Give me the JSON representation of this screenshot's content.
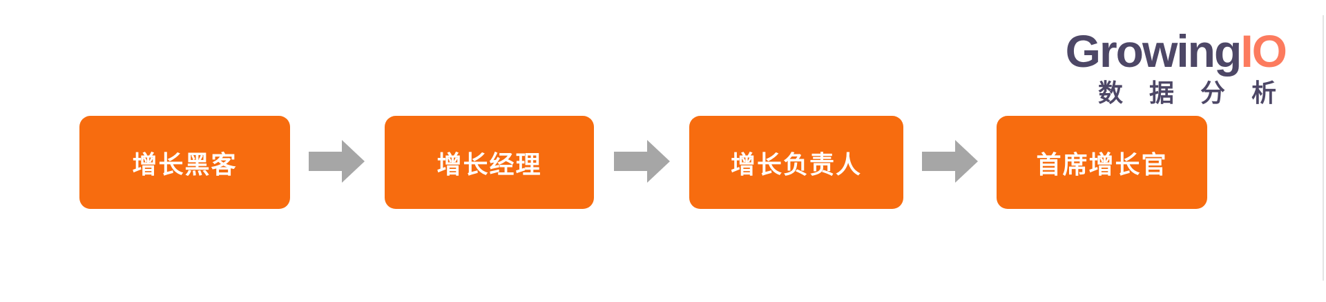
{
  "page": {
    "background_color": "#FFFFFF",
    "edge_line_color": "#E4E4E4"
  },
  "logo": {
    "brand_primary": "Growing",
    "brand_accent": "IO",
    "tagline": "数 据 分 析",
    "primary_color": "#4D4766",
    "accent_color": "#FC7B5E"
  },
  "flow": {
    "box_fill_color": "#F76C0F",
    "box_text_color": "#FFFFFF",
    "arrow_color": "#A6A6A6",
    "arrow_icon": "arrow-right-icon",
    "steps": [
      {
        "label": "增长黑客"
      },
      {
        "label": "增长经理"
      },
      {
        "label": "增长负责人"
      },
      {
        "label": "首席增长官"
      }
    ]
  }
}
